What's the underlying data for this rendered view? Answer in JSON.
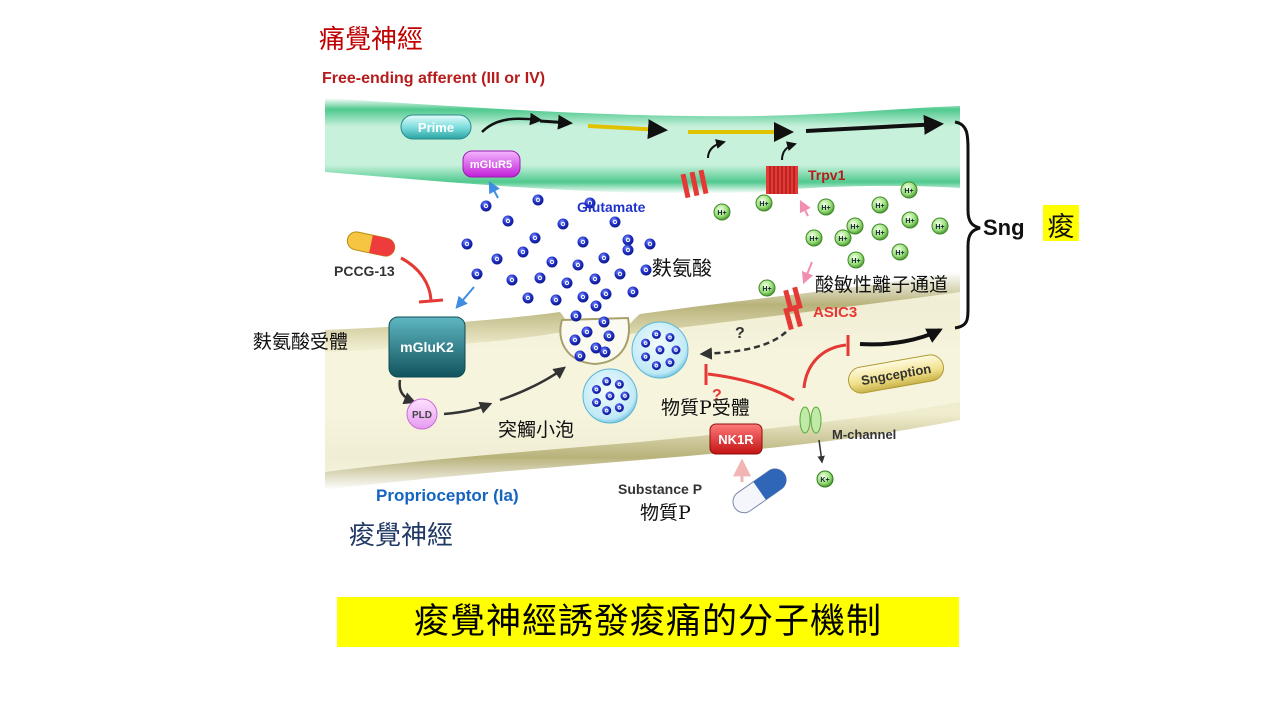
{
  "slide_title": "痠覺神經誘發痠痛的分子機制",
  "labels_zh": {
    "pain_nerve": "痛覺神經",
    "soreness_nerve": "痠覺神經",
    "glutamate": "麩氨酸",
    "glutamate_receptor": "麩氨酸受體",
    "acid_channel": "酸敏性離子通道",
    "synaptic_vesicle": "突觸小泡",
    "substance_p_receptor": "物質P受體",
    "substance_p": "物質P",
    "sng_char": "痠"
  },
  "labels_en": {
    "free_ending": "Free-ending afferent (III or IV)",
    "proprioceptor": "Proprioceptor (Ia)",
    "prime": "Prime",
    "mglur5": "mGluR5",
    "glutamate": "Glutamate",
    "trpv1": "Trpv1",
    "pccg13": "PCCG-13",
    "mgluk2": "mGluK2",
    "asic3": "ASIC3",
    "pld": "PLD",
    "nk1r": "NK1R",
    "m_channel": "M-channel",
    "substance_p": "Substance P",
    "sngception": "Sngception",
    "sng": "Sng",
    "proton": "H+",
    "potassium": "K+",
    "question": "?"
  },
  "colors": {
    "title_highlight": "#ffff00",
    "pain_label": "#c00000",
    "sore_label": "#1f3864",
    "free_ending_text": "#b71c1c",
    "proprioceptor_text": "#1565c0",
    "membrane_green": "#9fe8c4",
    "membrane_olive": "#ddd9a6",
    "glutamate_dot": "#2233cc",
    "proton_green": "#9be07a",
    "channel_red": "#e53935",
    "mglur5_magenta": "#e040fb",
    "mgluk2_teal": "#1f7a86"
  }
}
